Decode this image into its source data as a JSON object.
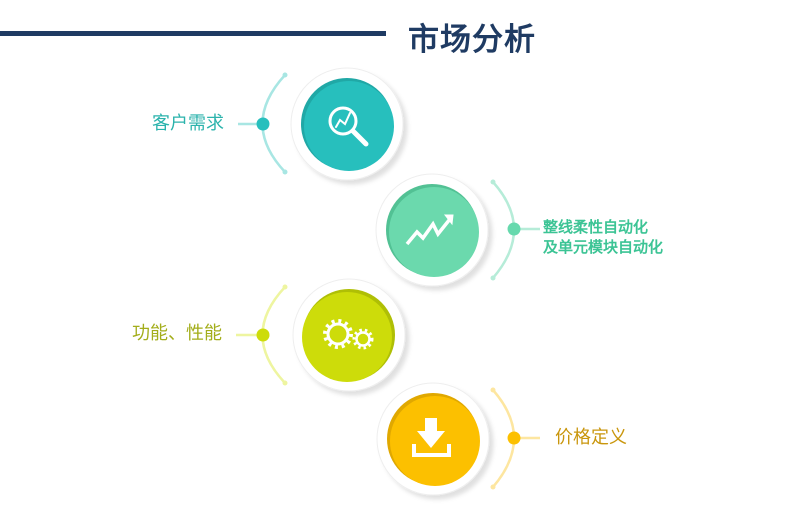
{
  "title": "市场分析",
  "items": [
    {
      "label": "客户需求",
      "icon": "magnifier-chart-icon",
      "color": "#27bfbd",
      "text_color": "#2bb3ac"
    },
    {
      "label": "整线柔性自动化",
      "label2": "及单元模块自动化",
      "icon": "trend-up-arrow-icon",
      "color": "#66d9ad",
      "text_color": "#3cc495"
    },
    {
      "label": "功能、性能",
      "icon": "gears-icon",
      "color": "#cddc0a",
      "text_color": "#a3ad1a"
    },
    {
      "label": "价格定义",
      "icon": "download-icon",
      "color": "#fcc000",
      "text_color": "#c9960c"
    }
  ]
}
